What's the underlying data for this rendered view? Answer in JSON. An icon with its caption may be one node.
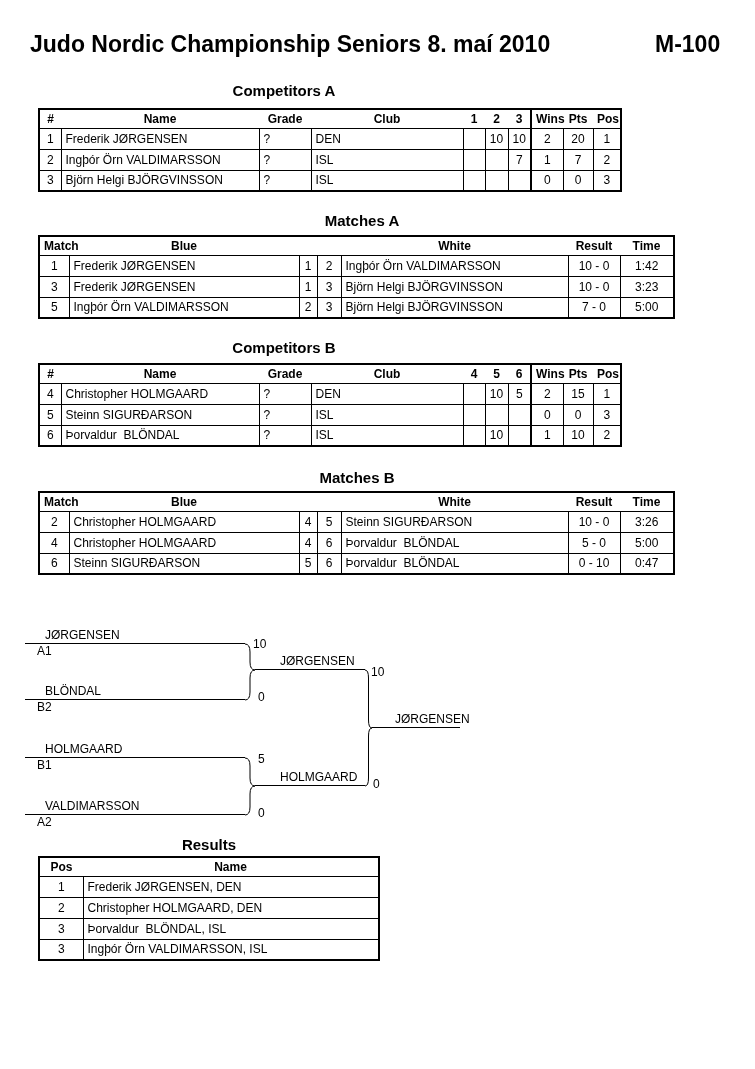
{
  "diagram": {
    "title": "Judo Nordic Championship Seniors 8. maí 2010",
    "nodes": [
      {
        "text": [
          "JØRGENSEN"
        ],
        "beside": [
          "A1"
        ]
      },
      {
        "text": [
          "BLÖNDAL"
        ],
        "beside": [
          "B2"
        ]
      },
      {
        "text": [
          "HOLMGAARD"
        ],
        "beside": [
          "B1"
        ]
      },
      {
        "text": [
          "VALDIMARSSON"
        ],
        "beside": [
          "A2"
        ]
      },
      {
        "text": [
          "JØRGENSEN"
        ]
      },
      {
        "text": [
          "HOLMGAARD"
        ]
      },
      {
        "text": [
          "JØRGENSEN"
        ]
      }
    ],
    "edges": [
      {
        "from": 0,
        "to": 4,
        "arrow": "none",
        "label": "10"
      },
      {
        "from": 1,
        "to": 4,
        "arrow": "none",
        "label": "0"
      },
      {
        "from": 2,
        "to": 5,
        "arrow": "none",
        "label": "5"
      },
      {
        "from": 3,
        "to": 5,
        "arrow": "none",
        "label": "0"
      },
      {
        "from": 4,
        "to": 6,
        "arrow": "none",
        "label": "10"
      },
      {
        "from": 5,
        "to": 6,
        "arrow": "none",
        "label": "0"
      }
    ],
    "labels": [
      "M-100",
      "Competitors A",
      "#",
      "Name",
      "Grade",
      "Club",
      "1",
      "2",
      "3",
      "Wins",
      "Pts",
      "Pos",
      "1",
      "Frederik JØRGENSEN",
      "?",
      "DEN",
      "10",
      "10",
      "2",
      "20",
      "1",
      "2",
      "Ingþór Örn VALDIMARSSON",
      "?",
      "ISL",
      "7",
      "1",
      "7",
      "2",
      "3",
      "Björn Helgi BJÖRGVINSSON",
      "?",
      "ISL",
      "0",
      "0",
      "3",
      "Matches A",
      "Match",
      "Blue",
      "White",
      "Result",
      "Time",
      "1",
      "Frederik JØRGENSEN",
      "1",
      "2",
      "Ingþór Örn VALDIMARSSON",
      "10 - 0",
      "1:42",
      "3",
      "Frederik JØRGENSEN",
      "1",
      "3",
      "Björn Helgi BJÖRGVINSSON",
      "10 - 0",
      "3:23",
      "5",
      "Ingþór Örn VALDIMARSSON",
      "2",
      "3",
      "Björn Helgi BJÖRGVINSSON",
      "7 - 0",
      "5:00",
      "Competitors B",
      "#",
      "Name",
      "Grade",
      "Club",
      "4",
      "5",
      "6",
      "Wins",
      "Pts",
      "Pos",
      "4",
      "Christopher HOLMGAARD",
      "?",
      "DEN",
      "10",
      "5",
      "2",
      "15",
      "1",
      "5",
      "Steinn SIGURÐARSON",
      "?",
      "ISL",
      "0",
      "0",
      "3",
      "6",
      "Þorvaldur  BLÖNDAL",
      "?",
      "ISL",
      "10",
      "1",
      "10",
      "2",
      "Matches B",
      "Match",
      "Blue",
      "White",
      "Result",
      "Time",
      "2",
      "Christopher HOLMGAARD",
      "4",
      "5",
      "Steinn SIGURÐARSON",
      "10 - 0",
      "3:26",
      "4",
      "Christopher HOLMGAARD",
      "4",
      "6",
      "Þorvaldur  BLÖNDAL",
      "5 - 0",
      "5:00",
      "6",
      "Steinn SIGURÐARSON",
      "5",
      "6",
      "Þorvaldur  BLÖNDAL",
      "0 - 10",
      "0:47",
      "Results",
      "Pos",
      "Name",
      "1",
      "Frederik JØRGENSEN, DEN",
      "2",
      "Christopher HOLMGAARD, DEN",
      "3",
      "Þorvaldur  BLÖNDAL, ISL",
      "3",
      "Ingþór Örn VALDIMARSSON, ISL"
    ]
  }
}
